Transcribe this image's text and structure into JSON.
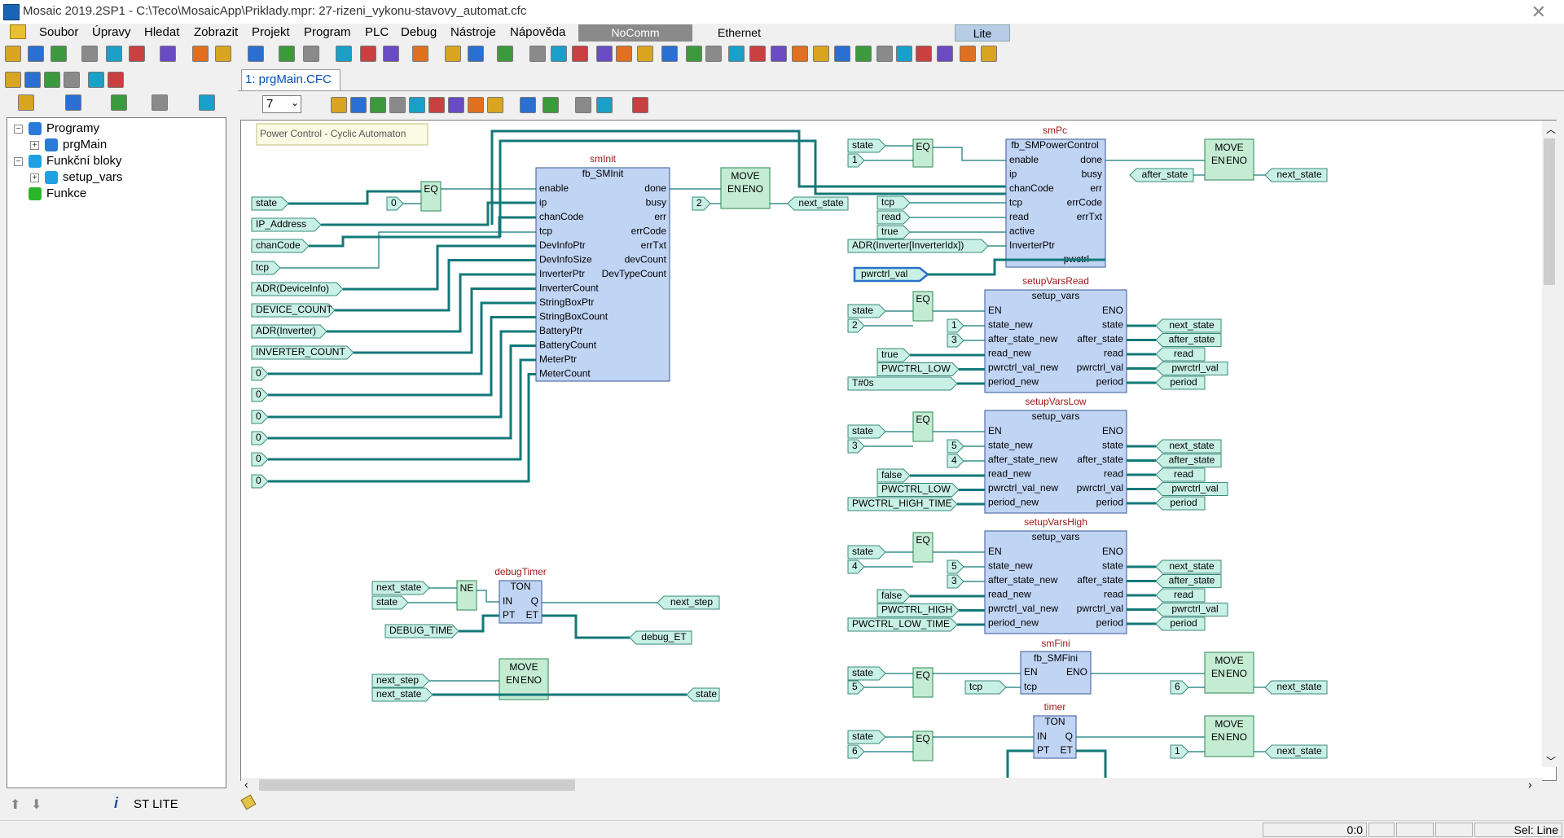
{
  "window": {
    "title": "Mosaic 2019.2SP1 - C:\\Teco\\MosaicApp\\Priklady.mpr: 27-rizeni_vykonu-stavovy_automat.cfc"
  },
  "menu": {
    "items": [
      "Soubor",
      "Úpravy",
      "Hledat",
      "Zobrazit",
      "Projekt",
      "Program",
      "PLC",
      "Debug",
      "Nástroje",
      "Nápověda"
    ]
  },
  "status_top": {
    "comm": "NoComm",
    "link": "Ethernet",
    "edition": "Lite"
  },
  "zoom": {
    "value": "7"
  },
  "document_tab": {
    "label": "1: prgMain.CFC"
  },
  "tree": {
    "items": [
      {
        "label": "Programy"
      },
      {
        "label": "prgMain"
      },
      {
        "label": "Funkční bloky"
      },
      {
        "label": "setup_vars"
      },
      {
        "label": "Funkce"
      }
    ]
  },
  "left_bottom": {
    "label": "ST LITE"
  },
  "statusbar": {
    "coords": "0:0",
    "selection": "Sel: Line"
  },
  "cfc": {
    "comment": "Power Control - Cyclic Automaton",
    "smInit": {
      "instance": "smInit",
      "type": "fb_SMInit",
      "inputs": [
        "enable",
        "ip",
        "chanCode",
        "tcp",
        "DevInfoPtr",
        "DevInfoSize",
        "InverterPtr",
        "InverterCount",
        "StringBoxPtr",
        "StringBoxCount",
        "BatteryPtr",
        "BatteryCount",
        "MeterPtr",
        "MeterCount"
      ],
      "outputs": [
        "done",
        "busy",
        "err",
        "errCode",
        "errTxt",
        "devCount",
        "DevTypeCount"
      ],
      "in_vars": [
        "state",
        "IP_Address",
        "chanCode",
        "tcp",
        "ADR(DeviceInfo)",
        "DEVICE_COUNT",
        "ADR(Inverter)",
        "INVERTER_COUNT",
        "0",
        "0",
        "0",
        "0",
        "0",
        "0"
      ],
      "eq_const": "0",
      "move_in": "2",
      "move_out": "next_state"
    },
    "smPc": {
      "instance": "smPc",
      "type": "fb_SMPowerControl",
      "inputs": [
        "enable",
        "ip",
        "chanCode",
        "tcp",
        "read",
        "active",
        "InverterPtr"
      ],
      "outputs": [
        "done",
        "busy",
        "err",
        "errCode",
        "errTxt"
      ],
      "inout": "pwctrl",
      "in_vars": [
        "state",
        "1",
        "tcp",
        "read",
        "true",
        "ADR(Inverter[InverterIdx])",
        "pwrctrl_val"
      ],
      "move_in": "after_state",
      "move_out": "next_state"
    },
    "setupRead": {
      "instance": "setupVarsRead",
      "type": "setup_vars",
      "st": "state",
      "c1": "2",
      "inputs": [
        "EN",
        "state_new",
        "after_state_new",
        "read_new",
        "pwrctrl_val_new",
        "period_new"
      ],
      "outputs": [
        "ENO",
        "state",
        "after_state",
        "read",
        "pwrctrl_val",
        "period"
      ],
      "consts": [
        "1",
        "3"
      ],
      "vals": [
        "true",
        "PWCTRL_LOW",
        "T#0s"
      ],
      "outs": [
        "next_state",
        "after_state",
        "read",
        "pwrctrl_val",
        "period"
      ]
    },
    "setupLow": {
      "instance": "setupVarsLow",
      "type": "setup_vars",
      "st": "state",
      "c1": "3",
      "inputs": [
        "EN",
        "state_new",
        "after_state_new",
        "read_new",
        "pwrctrl_val_new",
        "period_new"
      ],
      "outputs": [
        "ENO",
        "state",
        "after_state",
        "read",
        "pwrctrl_val",
        "period"
      ],
      "consts": [
        "5",
        "4"
      ],
      "vals": [
        "false",
        "PWCTRL_LOW",
        "PWCTRL_HIGH_TIME"
      ],
      "outs": [
        "next_state",
        "after_state",
        "read",
        "pwrctrl_val",
        "period"
      ]
    },
    "setupHigh": {
      "instance": "setupVarsHigh",
      "type": "setup_vars",
      "st": "state",
      "c1": "4",
      "inputs": [
        "EN",
        "state_new",
        "after_state_new",
        "read_new",
        "pwrctrl_val_new",
        "period_new"
      ],
      "outputs": [
        "ENO",
        "state",
        "after_state",
        "read",
        "pwrctrl_val",
        "period"
      ],
      "consts": [
        "5",
        "3"
      ],
      "vals": [
        "false",
        "PWCTRL_HIGH",
        "PWCTRL_LOW_TIME"
      ],
      "outs": [
        "next_state",
        "after_state",
        "read",
        "pwrctrl_val",
        "period"
      ]
    },
    "smFini": {
      "instance": "smFini",
      "type": "fb_SMFini",
      "st": "state",
      "c1": "5",
      "tcp": "tcp",
      "move_in": "6",
      "move_out": "next_state"
    },
    "timer": {
      "instance": "timer",
      "type": "TON",
      "st": "state",
      "c1": "6",
      "move_in": "1",
      "move_out": "next_state"
    },
    "debugTimer": {
      "instance": "debugTimer",
      "type": "TON",
      "a": "next_state",
      "b": "state",
      "pt": "DEBUG_TIME",
      "q": "next_step",
      "et": "debug_ET"
    },
    "finalMove": {
      "a": "next_step",
      "b": "next_state",
      "out": "state"
    },
    "op_eq": "EQ",
    "op_ne": "NE",
    "op_move": "MOVE",
    "pin_en": "EN",
    "pin_eno": "ENO",
    "pin_in": "IN",
    "pin_pt": "PT",
    "pin_q": "Q",
    "pin_et": "ET",
    "pin_tcp": "tcp"
  }
}
